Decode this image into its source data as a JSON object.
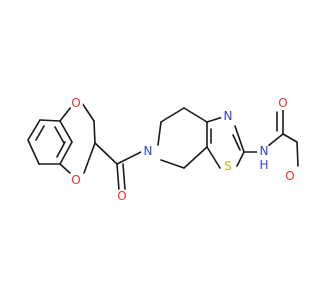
{
  "molecule": {
    "atoms": {
      "o_dioxane_top": {
        "text": "O",
        "color": "#e8332f"
      },
      "o_dioxane_bottom": {
        "text": "O",
        "color": "#e8332f"
      },
      "o_carbonyl_left": {
        "text": "O",
        "color": "#e8332f"
      },
      "n_ring": {
        "text": "N",
        "color": "#2f45e0"
      },
      "n_thiazole": {
        "text": "N",
        "color": "#2f45e0"
      },
      "s_thiazole": {
        "text": "S",
        "color": "#c9b410"
      },
      "n_amide": {
        "text": "N",
        "color": "#2f45e0"
      },
      "h_amide": {
        "text": "H",
        "color": "#2f45e0"
      },
      "o_carbonyl_right": {
        "text": "O",
        "color": "#e8332f"
      },
      "o_furan": {
        "text": "O",
        "color": "#e8332f"
      }
    },
    "bond_color": "#1a1a1a"
  }
}
